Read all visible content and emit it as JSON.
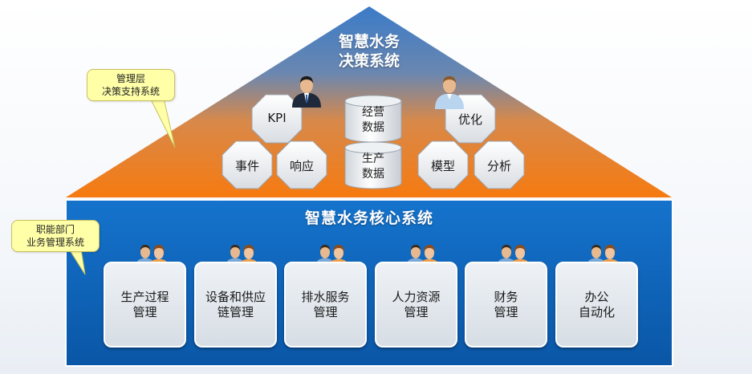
{
  "roof": {
    "title_line1": "智慧水务",
    "title_line2": "决策系统"
  },
  "management_callout": {
    "line1": "管理层",
    "line2": "决策支持系统"
  },
  "department_callout": {
    "line1": "职能部门",
    "line2": "业务管理系统"
  },
  "decision_items": {
    "kpi": "KPI",
    "event": "事件",
    "response": "响应",
    "optimize": "优化",
    "model": "模型",
    "analysis": "分析"
  },
  "data_stores": [
    {
      "line1": "经营",
      "line2": "数据"
    },
    {
      "line1": "生产",
      "line2": "数据"
    }
  ],
  "core": {
    "title": "智慧水务核心系统",
    "modules": [
      {
        "line1": "生产过程",
        "line2": "管理"
      },
      {
        "line1": "设备和供应",
        "line2": "链管理"
      },
      {
        "line1": "排水服务",
        "line2": "管理"
      },
      {
        "line1": "人力资源",
        "line2": "管理"
      },
      {
        "line1": "财务",
        "line2": "管理"
      },
      {
        "line1": "办公",
        "line2": "自动化"
      }
    ]
  },
  "colors": {
    "roof_top": "#3a78c2",
    "roof_bottom": "#f57c14",
    "core_blue": "#0f63b8",
    "callout_yellow": "#ffffa8"
  }
}
